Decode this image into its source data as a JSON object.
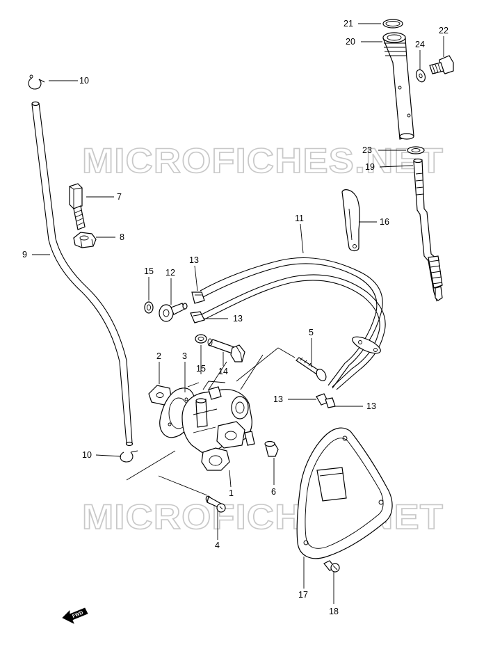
{
  "watermarks": [
    "MICROFICHES.NET",
    "MICROFICHES.NET"
  ],
  "fwd_label": "FWD",
  "callouts": {
    "c21": "21",
    "c20": "20",
    "c24": "24",
    "c22": "22",
    "c23": "23",
    "c19": "19",
    "c10a": "10",
    "c9": "9",
    "c7": "7",
    "c8": "8",
    "c11": "11",
    "c16": "16",
    "c13a": "13",
    "c13b": "13",
    "c15a": "15",
    "c12": "12",
    "c5": "5",
    "c2": "2",
    "c3": "3",
    "c15b": "15",
    "c14": "14",
    "c13c": "13",
    "c13d": "13",
    "c10b": "10",
    "c1": "1",
    "c6": "6",
    "c4": "4",
    "c17": "17",
    "c18": "18"
  }
}
